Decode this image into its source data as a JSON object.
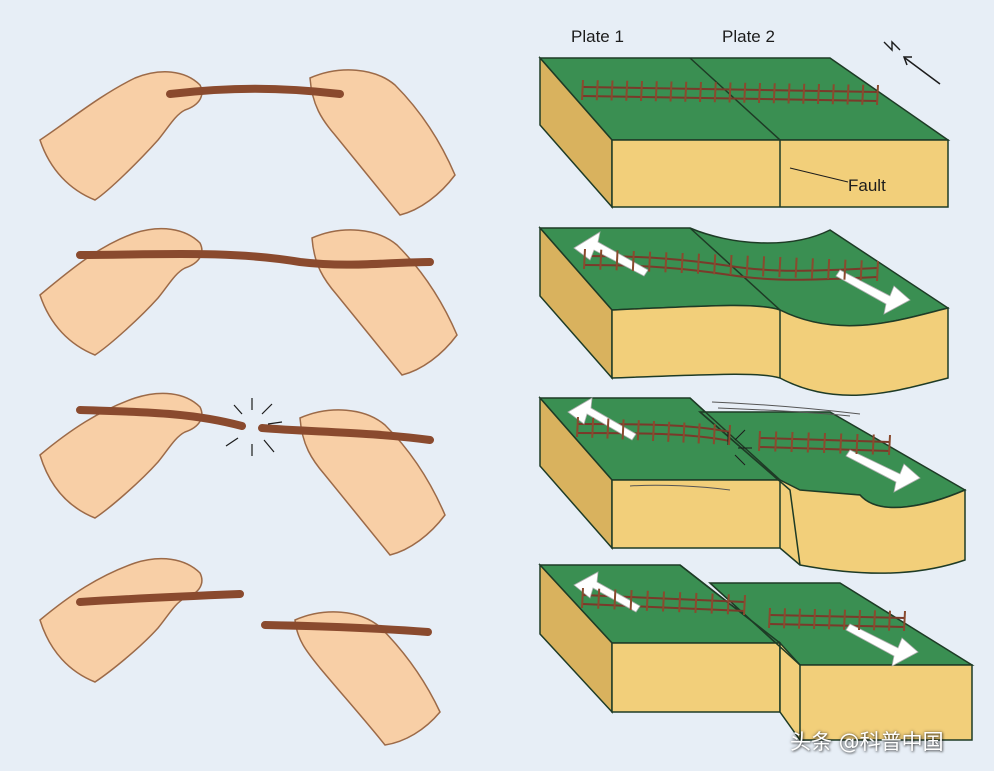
{
  "labels": {
    "plate1": "Plate 1",
    "plate2": "Plate 2",
    "fault": "Fault"
  },
  "watermark": "头条 @科普中国",
  "panels": [
    {
      "stage": 1,
      "stick": "straight",
      "fault": "locked"
    },
    {
      "stage": 2,
      "stick": "bent",
      "fault": "strain-accumulating"
    },
    {
      "stage": 3,
      "stick": "snapping",
      "fault": "rupture"
    },
    {
      "stage": 4,
      "stick": "broken",
      "fault": "offset"
    }
  ],
  "icons": [
    "north-arrow-icon",
    "motion-arrow-icon",
    "snap-burst-icon",
    "shock-wave-icon"
  ],
  "colors": {
    "grass": "#3a8f52",
    "soil": "#f2cf7a",
    "soil_dark": "#d9b25e",
    "stick": "#8a4a2e",
    "skin": "#f8cfa6",
    "background": "#e8eef6"
  }
}
